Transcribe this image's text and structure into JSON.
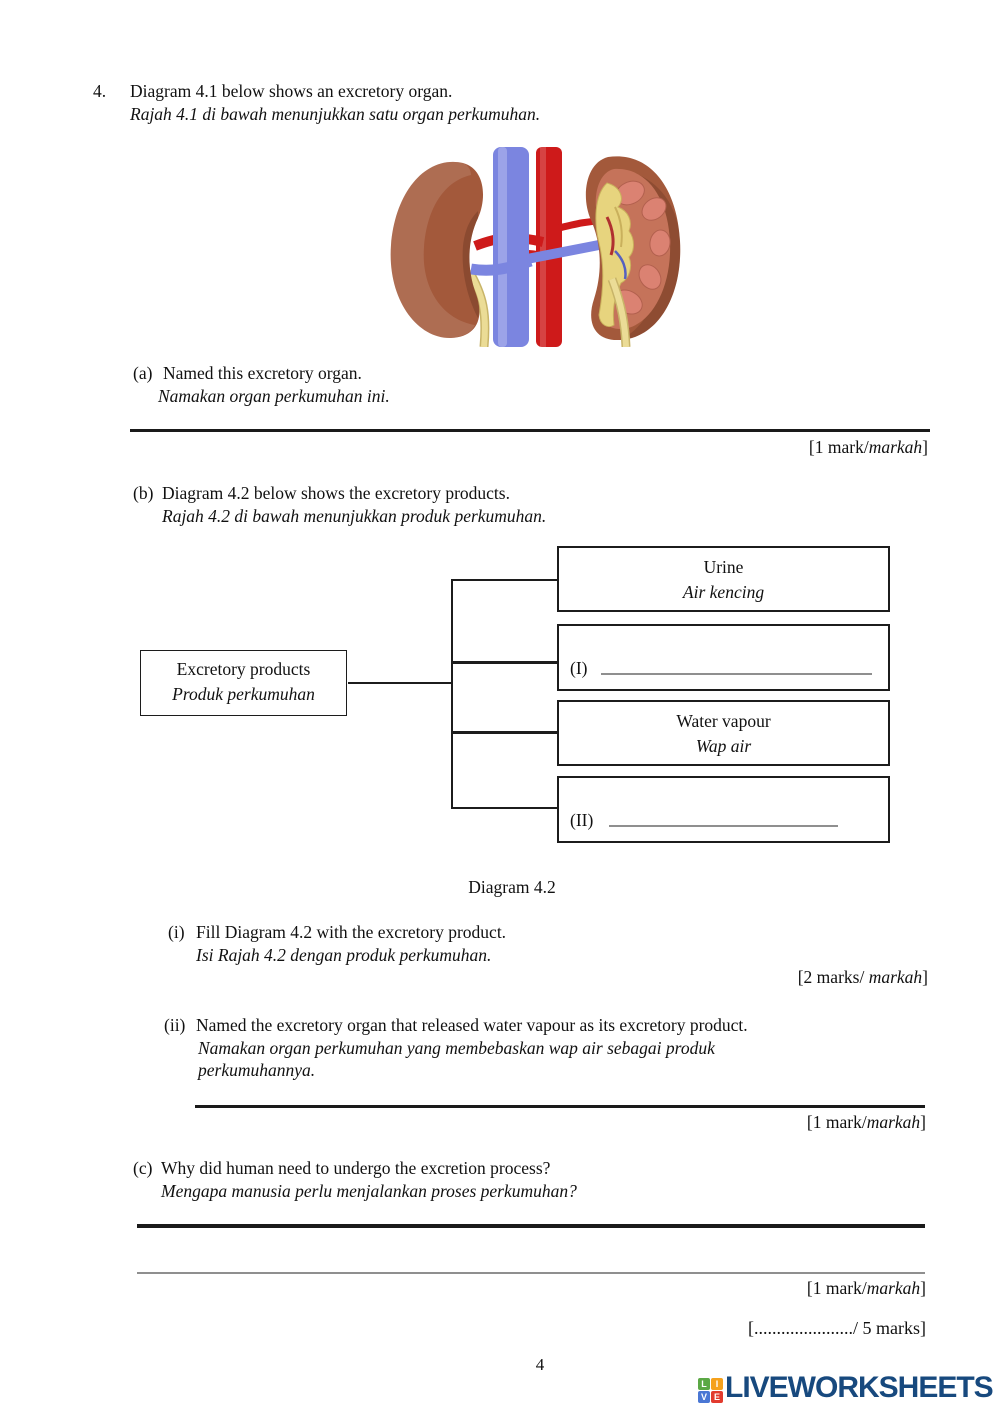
{
  "colors": {
    "logo_text": "#17497E",
    "artery": "#CE1A1A",
    "vein": "#7B85E0",
    "kidney": "#A3593B",
    "pyramid": "#DB8272",
    "pelvis": "#E7D47E",
    "ureter": "#EBDC96",
    "line_black": "#1A1A1A",
    "line_grey": "#8F8F8F"
  },
  "page": {
    "number": "4"
  },
  "question": {
    "number": "4.",
    "intro_en": "Diagram 4.1 below shows an excretory organ.",
    "intro_ms": "Rajah 4.1 di bawah menunjukkan satu organ perkumuhan."
  },
  "part_a": {
    "label": "(a)",
    "en": "Named this excretory organ.",
    "ms": "Namakan organ perkumuhan ini.",
    "marks_pre": "[1 mark/",
    "marks_it": "markah",
    "marks_post": "]"
  },
  "part_b": {
    "label": "(b)",
    "en": "Diagram 4.2 below shows the excretory products.",
    "ms": "Rajah 4.2 di bawah menunjukkan produk perkumuhan.",
    "diagram": {
      "root_en": "Excretory products",
      "root_ms": "Produk perkumuhan",
      "box1_en": "Urine",
      "box1_ms": "Air kencing",
      "box2_label": "(I)",
      "box3_en": "Water vapour",
      "box3_ms": "Wap air",
      "box4_label": "(II)",
      "caption": "Diagram 4.2"
    },
    "i": {
      "label": "(i)",
      "en": "Fill Diagram 4.2 with the excretory product.",
      "ms": "Isi Rajah 4.2 dengan produk perkumuhan.",
      "marks_pre": "[2 marks/ ",
      "marks_it": "markah",
      "marks_post": "]"
    },
    "ii": {
      "label": "(ii)",
      "en": "Named the excretory organ that released water vapour as its excretory product.",
      "ms1": "Namakan organ perkumuhan yang membebaskan wap air sebagai produk",
      "ms2": "perkumuhannya.",
      "marks_pre": "[1 mark/",
      "marks_it": "markah",
      "marks_post": "]"
    }
  },
  "part_c": {
    "label": "(c)",
    "en": "Why did human need to undergo the excretion process?",
    "ms": "Mengapa manusia perlu menjalankan proses perkumuhan?",
    "marks_pre": "[1 mark/",
    "marks_it": "markah",
    "marks_post": "]"
  },
  "footer": {
    "total_marks": "[....................../ 5 marks]"
  },
  "logo": {
    "text": "LIVEWORKSHEETS",
    "tiles": [
      {
        "letter": "L",
        "color": "#5BA845"
      },
      {
        "letter": "I",
        "color": "#F5A11C"
      },
      {
        "letter": "V",
        "color": "#4A77D4"
      },
      {
        "letter": "E",
        "color": "#E23B2E"
      }
    ]
  }
}
